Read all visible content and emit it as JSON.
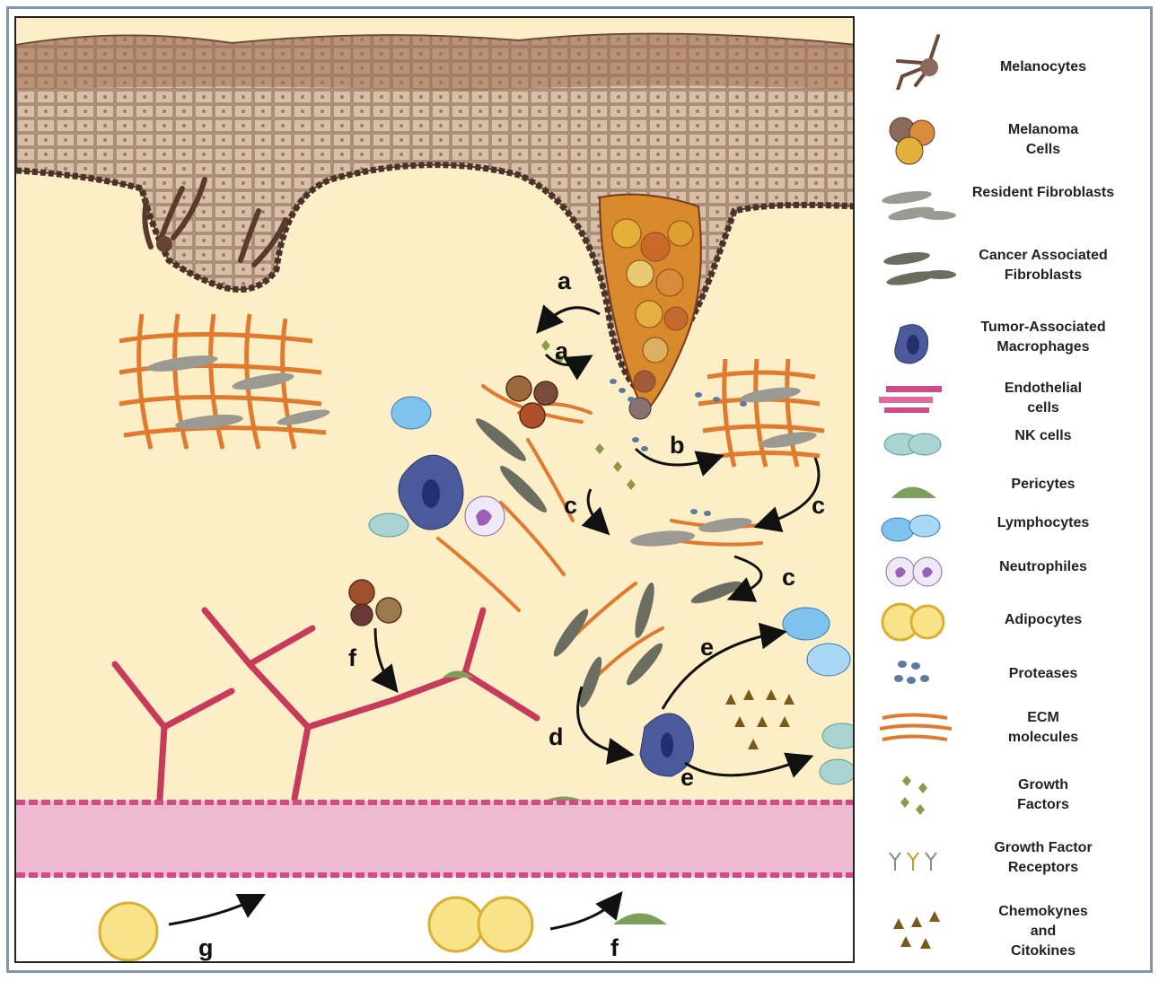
{
  "labels": {
    "a1": "a",
    "a2": "a",
    "b": "b",
    "c1": "c",
    "c2": "c",
    "c3": "c",
    "d": "d",
    "e1": "e",
    "e2": "e",
    "f1": "f",
    "f2": "f",
    "g": "g"
  },
  "legend": {
    "melanocytes": "Melanocytes",
    "melanoma": "Melanoma\nCells",
    "resident_fibroblasts": "Resident Fibroblasts",
    "caf": "Cancer Associated\nFibroblasts",
    "tam": "Tumor-Associated\nMacrophages",
    "endothelial": "Endothelial\ncells",
    "nk": "NK cells",
    "pericytes": "Pericytes",
    "lymphocytes": "Lymphocytes",
    "neutrophiles": "Neutrophiles",
    "adipocytes": "Adipocytes",
    "proteases": "Proteases",
    "ecm": "ECM\nmolecules",
    "growth_factors": "Growth\nFactors",
    "gf_receptors": "Growth Factor\nReceptors",
    "chemokynes": "Chemokynes\nand\nCitokines"
  },
  "colors": {
    "dermis": "#fcefc8",
    "epidermis": "#b89a86",
    "ecm": "#e07a2e",
    "vessel": "#eebad0",
    "resident_fibroblast": "#9a9a92",
    "caf": "#6b6d60",
    "macrophage": "#4a5a9a",
    "melanoma": "#c9872c",
    "lymphocyte": "#7ec3ee",
    "nk": "#a9d4d2",
    "neutrophil": "#9b5fb8",
    "adipocyte": "#f3d25c",
    "pericyte": "#7ca05c",
    "protease": "#5d7aa0",
    "growth_factor": "#8a9a48",
    "chemokine": "#7a5a1a",
    "capillary": "#c83a5a"
  }
}
